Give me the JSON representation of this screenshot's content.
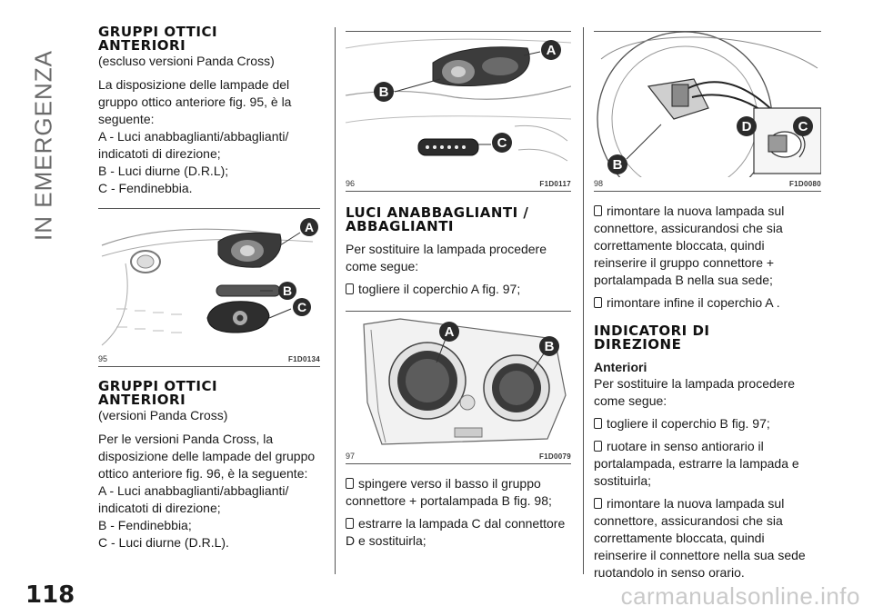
{
  "side_label": "IN EMERGENZA",
  "page_number": "118",
  "watermark": "carmanualsonline.info",
  "col1": {
    "s1_title": [
      "GRUPPI OTTICI",
      "ANTERIORI"
    ],
    "s1_sub": "(escluso versioni Panda Cross)",
    "s1_lines": [
      "La disposizione delle lampade del",
      "gruppo ottico anteriore fig. 95, è la",
      "seguente:",
      "A - Luci anabbaglianti/abbaglianti/",
      "indicatoti di direzione;",
      "B - Luci diurne (D.R.L);",
      "C - Fendinebbia."
    ],
    "fig95": {
      "num": "95",
      "code": "F1D0134",
      "labels": [
        "A",
        "B",
        "C"
      ]
    },
    "s2_title": [
      "GRUPPI OTTICI",
      "ANTERIORI"
    ],
    "s2_sub": "(versioni Panda Cross)",
    "s2_lines": [
      "Per le versioni Panda Cross, la",
      "disposizione delle lampade del gruppo",
      "ottico anteriore fig. 96, è la seguente:",
      "A - Luci anabbaglianti/abbaglianti/",
      "indicatoti di direzione;",
      "B - Fendinebbia;",
      "C - Luci diurne (D.R.L)."
    ]
  },
  "col2": {
    "fig96": {
      "num": "96",
      "code": "F1D0117",
      "labels": [
        "A",
        "B",
        "C"
      ]
    },
    "title": [
      "LUCI ANABBAGLIANTI /",
      "ABBAGLIANTI"
    ],
    "intro": [
      "Per sostituire la lampada procedere",
      "come segue:"
    ],
    "bullet1": "togliere il coperchio A fig. 97;",
    "fig97": {
      "num": "97",
      "code": "F1D0079",
      "labels": [
        "A",
        "B"
      ]
    },
    "bullet2": [
      "spingere verso il basso il gruppo",
      "connettore + portalampada B fig. 98;"
    ],
    "bullet3": [
      "estrarre la lampada C dal connettore",
      "D e sostituirla;"
    ]
  },
  "col3": {
    "fig98": {
      "num": "98",
      "code": "F1D0080",
      "labels": [
        "B",
        "D",
        "C"
      ]
    },
    "bullet1": [
      "rimontare la nuova lampada sul",
      "connettore, assicurandosi che sia",
      "correttamente bloccata, quindi",
      "reinserire il gruppo connettore +",
      "portalampada B nella sua sede;"
    ],
    "bullet2": "rimontare infine il coperchio A .",
    "title": [
      "INDICATORI DI",
      "DIREZIONE"
    ],
    "sub_heading": "Anteriori",
    "intro": [
      "Per sostituire la lampada procedere",
      "come segue:"
    ],
    "bullet3": "togliere il coperchio B fig. 97;",
    "bullet4": [
      "ruotare in senso antiorario il",
      "portalampada, estrarre la lampada e",
      "sostituirla;"
    ],
    "bullet5": [
      "rimontare la nuova lampada sul",
      "connettore, assicurandosi che sia",
      "correttamente bloccata, quindi",
      "reinserire il connettore nella sua sede",
      "ruotandolo in senso orario."
    ]
  }
}
